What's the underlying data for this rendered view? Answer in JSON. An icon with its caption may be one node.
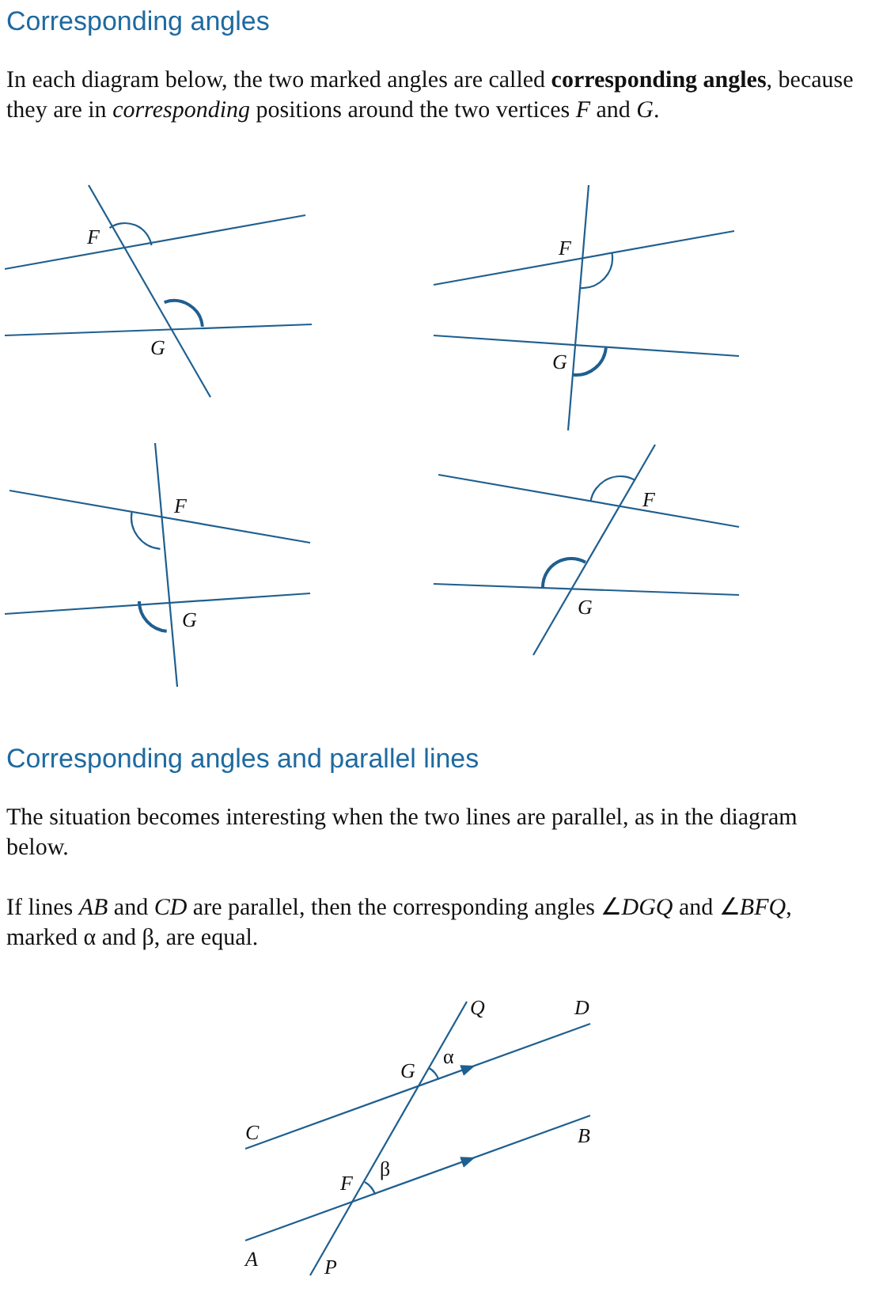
{
  "diagram": {
    "title": "Corresponding angles",
    "labels": [
      "In each diagram below, the two marked angles are called **corresponding angles**, because they are in *corresponding* positions around the two vertices *F* and *G*.",
      "F",
      "G",
      "F",
      "G",
      "F",
      "G",
      "F",
      "G",
      "Corresponding angles and parallel lines",
      "The situation becomes interesting when the two lines are parallel, as in the diagram below.",
      "If lines *AB* and *CD* are parallel, then the corresponding angles ∠*DGQ* and ∠*BFQ*, marked α and β, are equal.",
      "Q",
      "D",
      "G",
      "α",
      "C",
      "B",
      "β",
      "F",
      "A",
      "P"
    ]
  }
}
